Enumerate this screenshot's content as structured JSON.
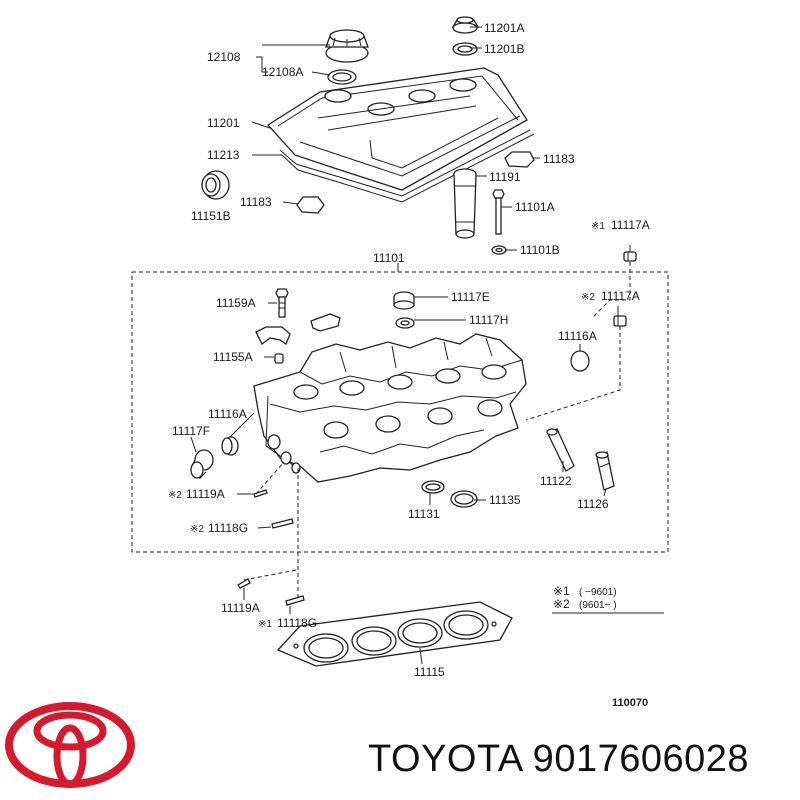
{
  "callouts": {
    "p12108": "12108",
    "p12108A": "12108A",
    "p11201A": "11201A",
    "p11201B": "11201B",
    "p11201": "11201",
    "p11213": "11213",
    "p11183_top": "11183",
    "p11151B": "11151B",
    "p11183": "11183",
    "p11191": "11191",
    "p11101A": "11101A",
    "p11117A_1_mark": "※1",
    "p11117A_1": "11117A",
    "p11101B": "11101B",
    "p11101": "11101",
    "p11159A": "11159A",
    "p11117E": "11117E",
    "p11117A_2_mark": "※2",
    "p11117A_2": "11117A",
    "p11117H": "11117H",
    "p11116A_right": "11116A",
    "p11155A": "11155A",
    "p11116A_left": "11116A",
    "p11117F": "11117F",
    "p11122": "11122",
    "p11119A_2_mark": "※2",
    "p11119A_2": "11119A",
    "p11135": "11135",
    "p11131": "11131",
    "p11126": "11126",
    "p11118G_2_mark": "※2",
    "p11118G_2": "11118G",
    "p11119A": "11119A",
    "p11118G_1_mark": "※1",
    "p11118G_1": "11118G",
    "p11115": "11115"
  },
  "legend": {
    "row1_mark": "※1",
    "row1_range": "(        −9601)",
    "row2_mark": "※2",
    "row2_range": "(9601−         )"
  },
  "diagram_code": "110070",
  "brand": {
    "text": "TOYOTA 9017606028",
    "logo_color": "#d7192d"
  }
}
